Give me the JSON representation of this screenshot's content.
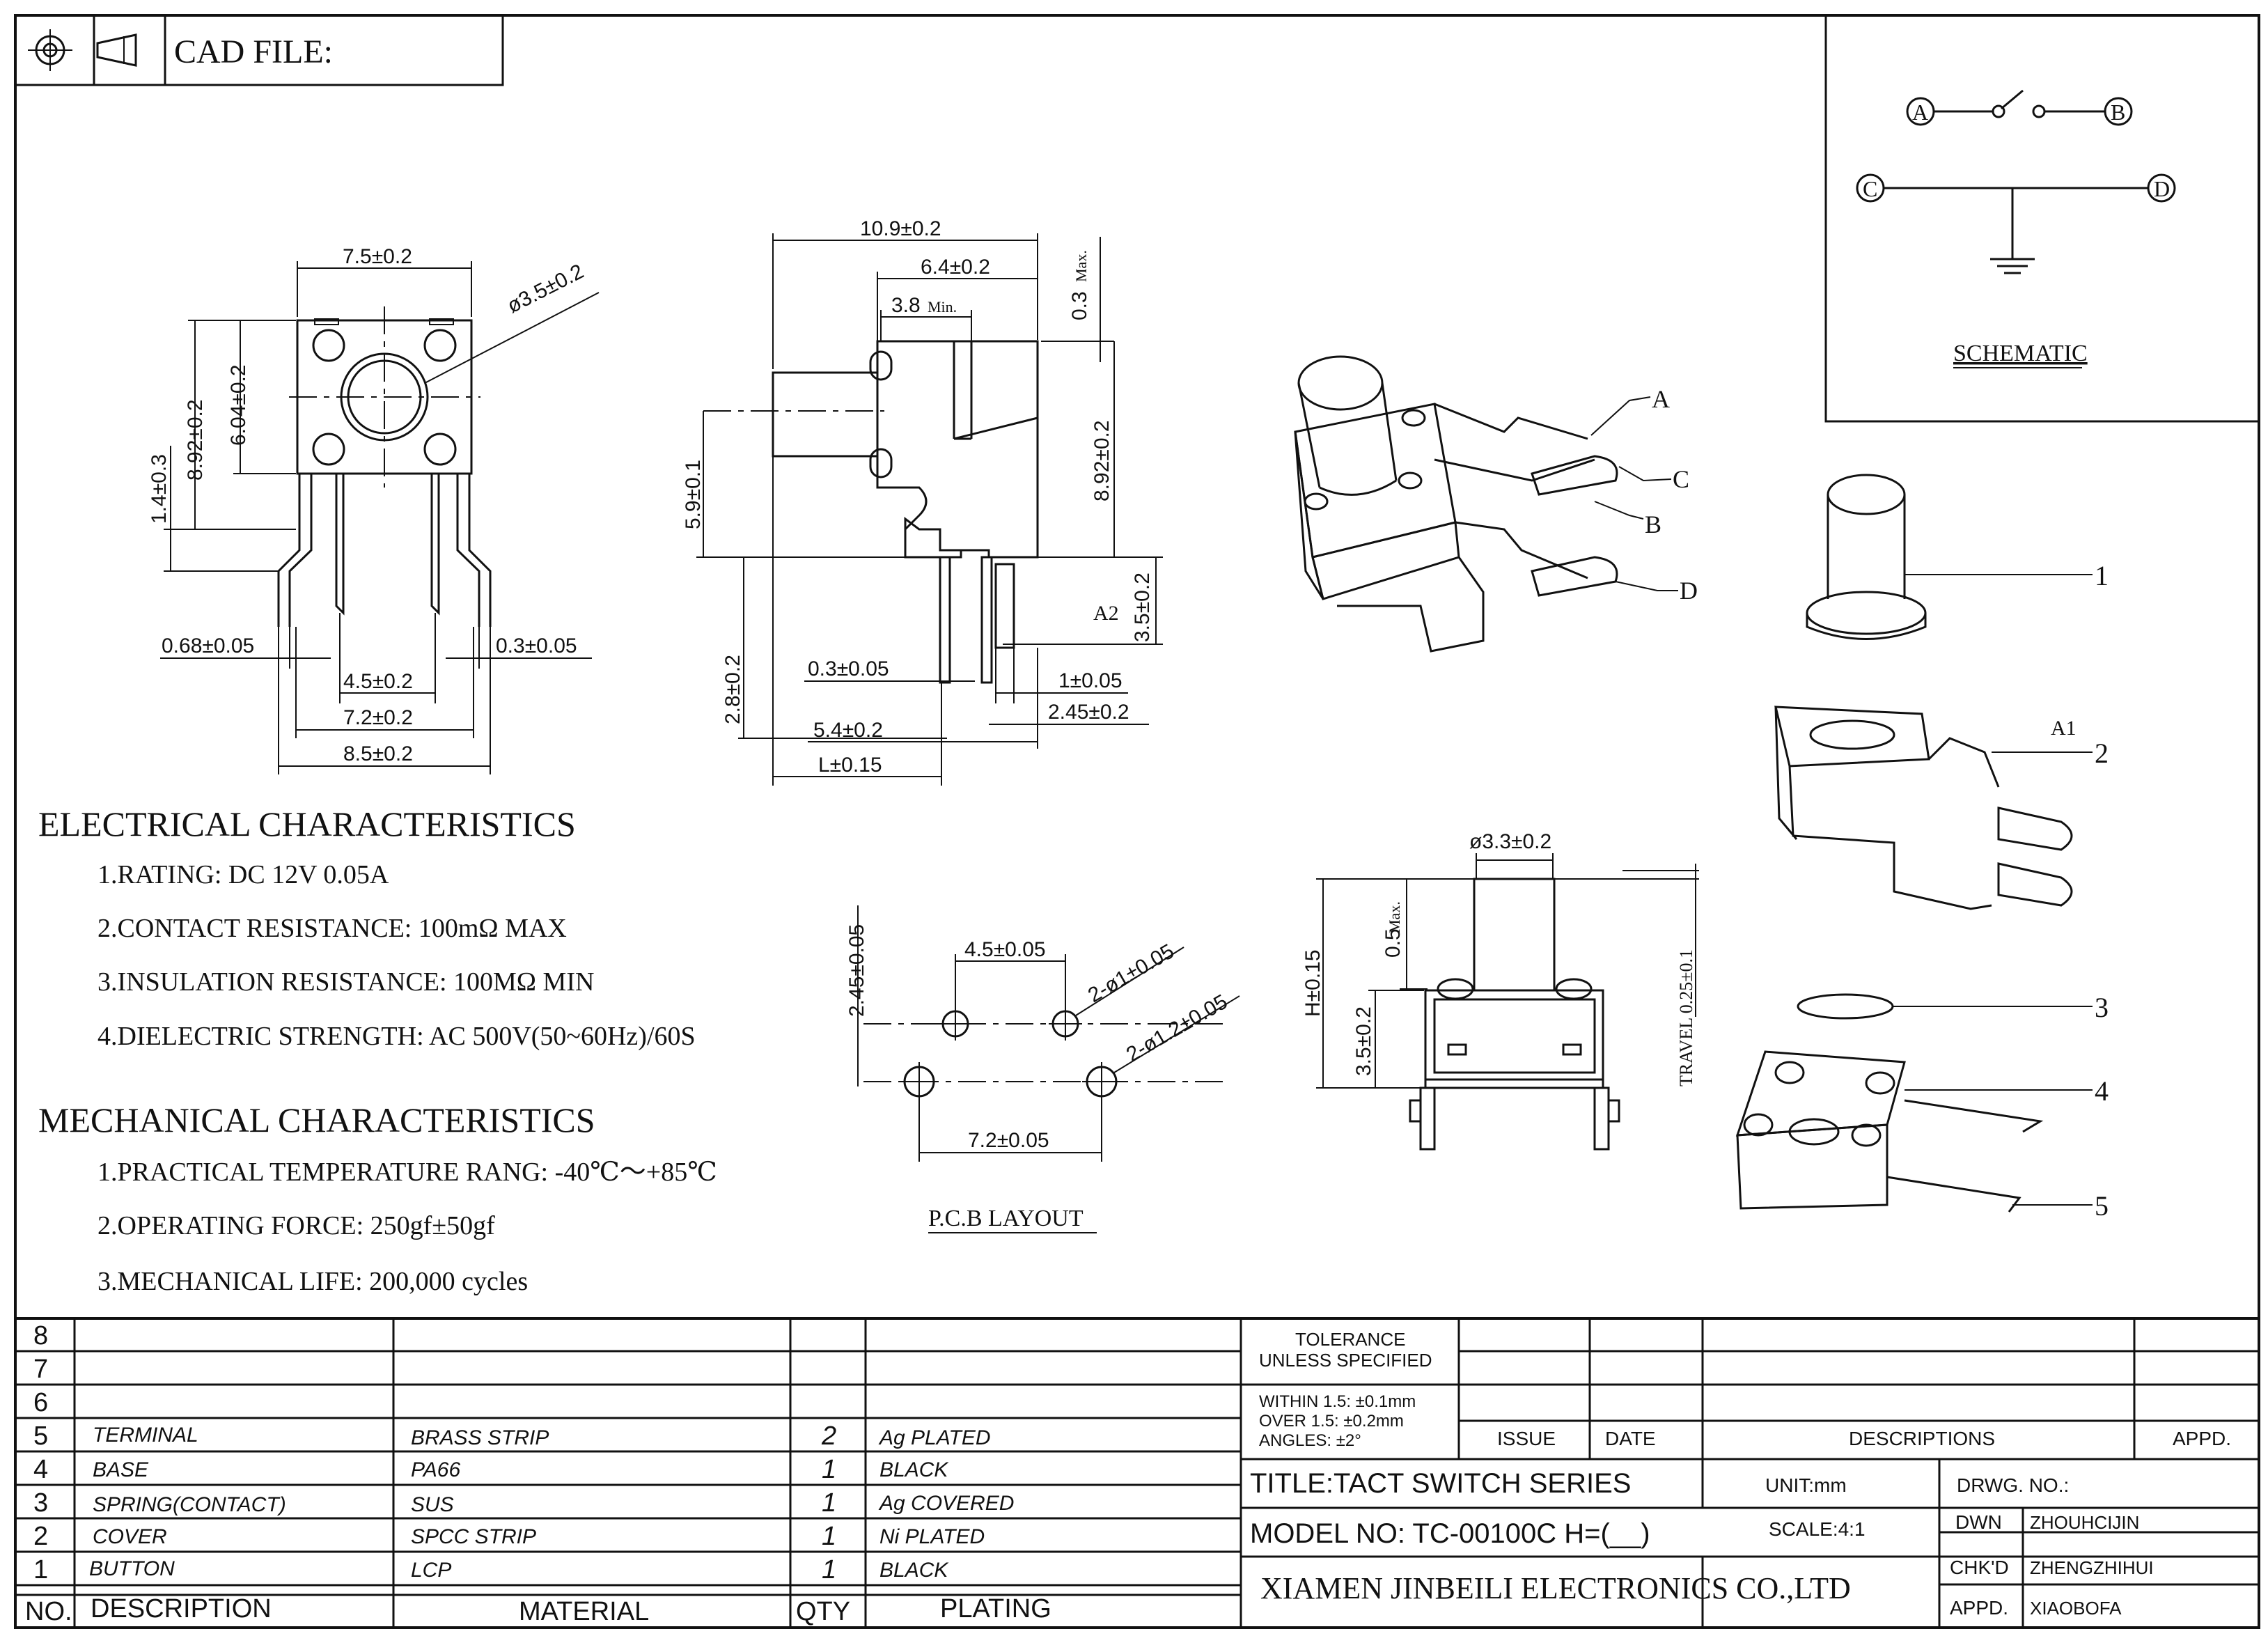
{
  "header": {
    "cad_file_label": "CAD FILE:",
    "projection_icon": "third-angle-projection-icon"
  },
  "schematic": {
    "title": "SCHEMATIC",
    "nodes": [
      "A",
      "B",
      "C",
      "D"
    ]
  },
  "front_view_dims": {
    "width_top": "7.5±0.2",
    "plunger_dia": "ø3.5±0.2",
    "height_892": "8.92±0.2",
    "height_604": "6.04±0.2",
    "lead_14": "1.4±0.3",
    "lead_068": "0.68±0.05",
    "lead_03": "0.3±0.05",
    "pitch_45": "4.5±0.2",
    "pitch_72": "7.2±0.2",
    "pitch_85": "8.5±0.2"
  },
  "side_view_dims": {
    "len_109": "10.9±0.2",
    "len_64": "6.4±0.2",
    "len_38": "3.8",
    "min_label": "Min.",
    "h_03": "0.3",
    "max_label": "Max.",
    "h_59": "5.9±0.1",
    "h_892": "8.92±0.2",
    "a2": "A2",
    "h_35": "3.5±0.2",
    "h_28": "2.8±0.2",
    "w_03": "0.3±0.05",
    "w_1": "1±0.05",
    "w_245": "2.45±0.2",
    "w_54": "5.4±0.2",
    "w_l": "L±0.15"
  },
  "iso_labels": [
    "A",
    "C",
    "B",
    "D"
  ],
  "parts_view_labels": [
    "1",
    "2",
    "A1",
    "3",
    "4",
    "5"
  ],
  "electrical": {
    "title": "ELECTRICAL CHARACTERISTICS",
    "items": [
      "1.RATING: DC 12V 0.05A",
      "2.CONTACT RESISTANCE: 100mΩ MAX",
      "3.INSULATION RESISTANCE: 100MΩ MIN",
      "4.DIELECTRIC STRENGTH: AC 500V(50~60Hz)/60S"
    ]
  },
  "mechanical": {
    "title": "MECHANICAL CHARACTERISTICS",
    "items": [
      "1.PRACTICAL TEMPERATURE RANG: -40℃～+85℃",
      "2.OPERATING FORCE: 250gf±50gf",
      "3.MECHANICAL LIFE: 200,000 cycles"
    ]
  },
  "pcb_layout": {
    "title": "P.C.B LAYOUT",
    "d_245": "2.45±0.05",
    "d_45": "4.5±0.05",
    "hole_small": "2-ø1±0.05",
    "hole_large": "2-ø1.2±0.05",
    "d_72": "7.2±0.05"
  },
  "bottom_view_dims": {
    "dia_33": "ø3.3±0.2",
    "max_05": "0.5",
    "max_label": "Max.",
    "h_015": "H±0.15",
    "h_35": "3.5±0.2",
    "travel": "TRAVEL 0.25±0.1"
  },
  "bom": {
    "empty_rows": [
      "8",
      "7",
      "6"
    ],
    "rows": [
      {
        "no": "5",
        "desc": "TERMINAL",
        "material": "BRASS STRIP",
        "qty": "2",
        "plating": "Ag PLATED"
      },
      {
        "no": "4",
        "desc": "BASE",
        "material": "PA66",
        "qty": "1",
        "plating": "BLACK"
      },
      {
        "no": "3",
        "desc": "SPRING(CONTACT)",
        "material": "SUS",
        "qty": "1",
        "plating": "Ag COVERED"
      },
      {
        "no": "2",
        "desc": "COVER",
        "material": "SPCC STRIP",
        "qty": "1",
        "plating": "Ni PLATED"
      },
      {
        "no": "1",
        "desc": "BUTTON",
        "material": "LCP",
        "qty": "1",
        "plating": "BLACK"
      }
    ],
    "headers": {
      "no": "NO.",
      "desc": "DESCRIPTION",
      "material": "MATERIAL",
      "qty": "QTY",
      "plating": "PLATING"
    }
  },
  "title_block": {
    "tolerance_1": "TOLERANCE",
    "tolerance_2": "UNLESS SPECIFIED",
    "within": "WITHIN  1.5: ±0.1mm",
    "over": "OVER  1.5:  ±0.2mm",
    "angles": "ANGLES: ±2°",
    "issue": "ISSUE",
    "date": "DATE",
    "descriptions": "DESCRIPTIONS",
    "appd": "APPD.",
    "title": "TITLE:TACT  SWITCH  SERIES",
    "unit": "UNIT:mm",
    "drwg_no": "DRWG. NO.:",
    "model": "MODEL  NO: TC-00100C  H=(__)",
    "scale": "SCALE:4:1",
    "dwn_label": "DWN",
    "dwn_value": "ZHOUHCIJIN",
    "chkd_label": "CHK'D",
    "chkd_value": "ZHENGZHIHUI",
    "appd_label": "APPD.",
    "appd_value": "XIAOBOFA",
    "company": "XIAMEN JINBEILI ELECTRONICS CO.,LTD"
  }
}
